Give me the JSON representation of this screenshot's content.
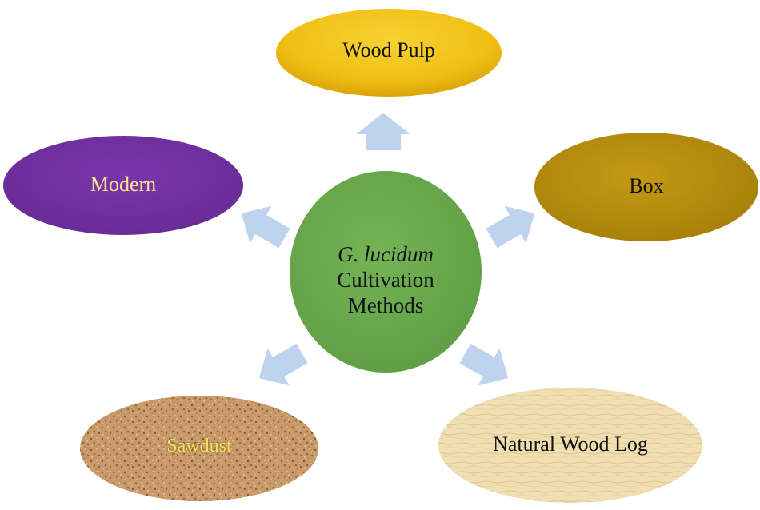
{
  "center": {
    "title_italic": "G. lucidum",
    "line2": "Cultivation",
    "line3": "Methods"
  },
  "nodes": {
    "wood_pulp": "Wood Pulp",
    "box": "Box",
    "modern": "Modern",
    "sawdust": "Sawdust",
    "natural_wood_log": "Natural Wood Log"
  },
  "colors": {
    "center": "#6aa84f",
    "wood_pulp": "#f0bf14",
    "box": "#b8900c",
    "modern": "#7030a0",
    "sawdust": "#c8996a",
    "natural_wood_log": "#efdfb2",
    "arrow": "#bdd3ee"
  }
}
